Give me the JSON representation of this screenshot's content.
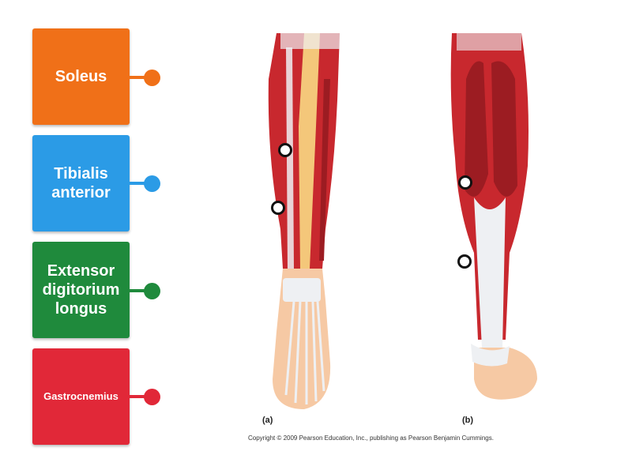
{
  "labels": [
    {
      "text": "Soleus",
      "color": "#f07018",
      "size": "large"
    },
    {
      "text": "Tibialis anterior",
      "color": "#2b9be6",
      "size": "large"
    },
    {
      "text": "Extensor digitorium longus",
      "color": "#1f8a3c",
      "size": "large"
    },
    {
      "text": "Gastrocnemius",
      "color": "#e12838",
      "size": "small"
    }
  ],
  "figure": {
    "caption_a": "(a)",
    "caption_b": "(b)",
    "copyright": "Copyright © 2009 Pearson Education, Inc., publishing as Pearson Benjamin Cummings."
  },
  "colors": {
    "muscle": "#c8282e",
    "muscle_dark": "#9c1c22",
    "tendon": "#eef0f3",
    "bone": "#f4c77a",
    "skin": "#f6c9a4"
  }
}
